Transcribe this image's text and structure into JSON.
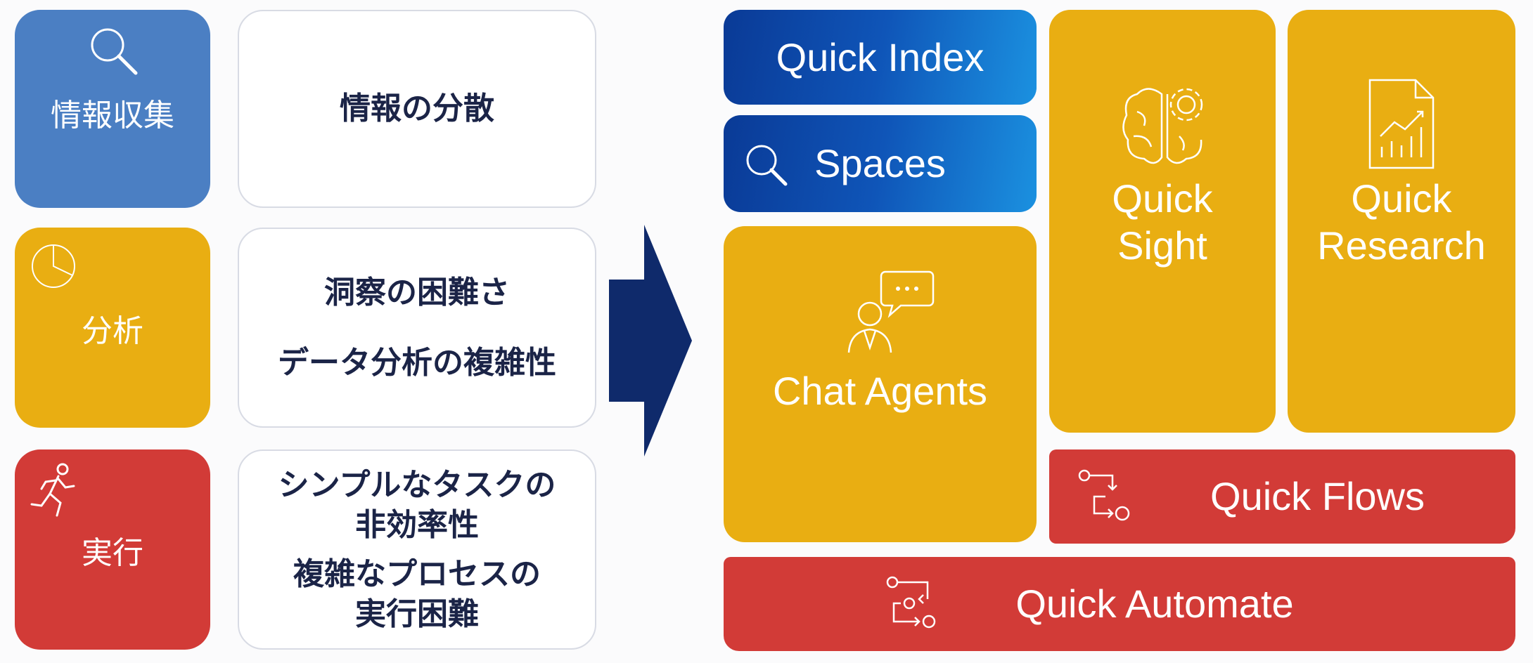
{
  "challenges": [
    {
      "category": "情報収集",
      "icon": "search-icon",
      "problems": [
        "情報の分散"
      ]
    },
    {
      "category": "分析",
      "icon": "pie-chart-icon",
      "problems": [
        "洞察の困難さ",
        "データ分析の複雑性"
      ]
    },
    {
      "category": "実行",
      "icon": "running-person-icon",
      "problems": [
        "シンプルなタスクの\n非効率性",
        "複雑なプロセスの\n実行困難"
      ]
    }
  ],
  "services": {
    "quick_index": "Quick Index",
    "spaces": "Spaces",
    "chat_agents": "Chat Agents",
    "quick_sight": "Quick\nSight",
    "quick_research": "Quick\nResearch",
    "quick_flows": "Quick Flows",
    "quick_automate": "Quick Automate"
  },
  "colors": {
    "blue": "#4b7fc3",
    "yellow": "#e9ae12",
    "red": "#d23b37",
    "navy": "#0f2a6b"
  }
}
